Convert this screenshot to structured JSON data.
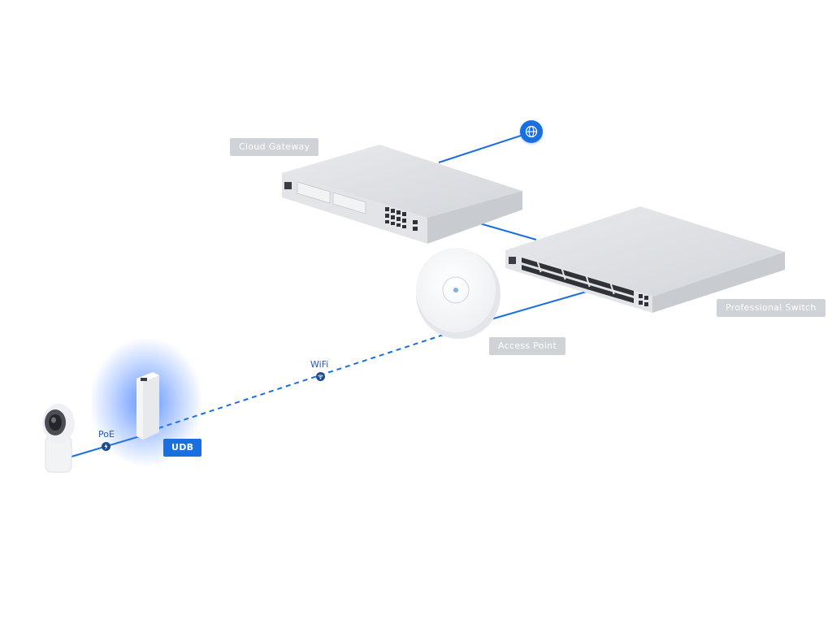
{
  "labels": {
    "cloud_gateway": "Cloud Gateway",
    "professional_switch": "Professional Switch",
    "access_point": "Access Point",
    "udb": "UDB"
  },
  "connections": {
    "wifi": "WiFi",
    "poe": "PoE"
  },
  "icons": {
    "internet": "globe-icon",
    "wifi": "wifi-icon",
    "power": "lightning-icon"
  },
  "colors": {
    "link": "#1a6fe0",
    "udb_label": "#1a6fe0",
    "grey_label": "#cfd2d6",
    "device_silver": "#dfe1e4"
  }
}
